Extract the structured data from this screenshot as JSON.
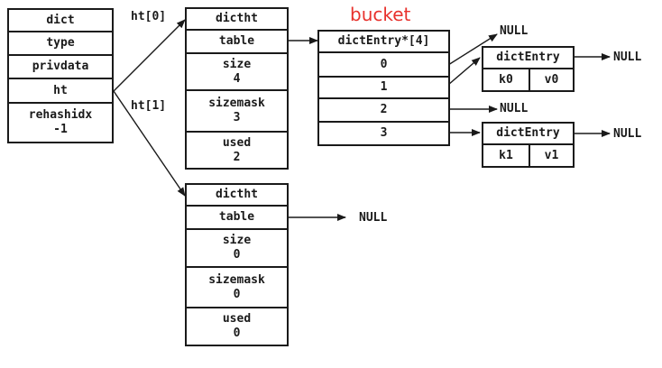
{
  "dict": {
    "fields": [
      "dict",
      "type",
      "privdata",
      "ht"
    ],
    "rehashidx_label": "rehashidx",
    "rehashidx_value": "-1"
  },
  "pointers": {
    "ht0": "ht[0]",
    "ht1": "ht[1]"
  },
  "ht0": {
    "title": "dictht",
    "table": "table",
    "size_label": "size",
    "size_value": "4",
    "sizemask_label": "sizemask",
    "sizemask_value": "3",
    "used_label": "used",
    "used_value": "2"
  },
  "ht1": {
    "title": "dictht",
    "table": "table",
    "table_target": "NULL",
    "size_label": "size",
    "size_value": "0",
    "sizemask_label": "sizemask",
    "sizemask_value": "0",
    "used_label": "used",
    "used_value": "0"
  },
  "bucket": {
    "title": "bucket",
    "header": "dictEntry*[4]",
    "slots": [
      "0",
      "1",
      "2",
      "3"
    ],
    "null_targets": {
      "slot0": "NULL",
      "slot2": "NULL"
    }
  },
  "entries": [
    {
      "title": "dictEntry",
      "key": "k0",
      "value": "v0",
      "next": "NULL"
    },
    {
      "title": "dictEntry",
      "key": "k1",
      "value": "v1",
      "next": "NULL"
    }
  ]
}
